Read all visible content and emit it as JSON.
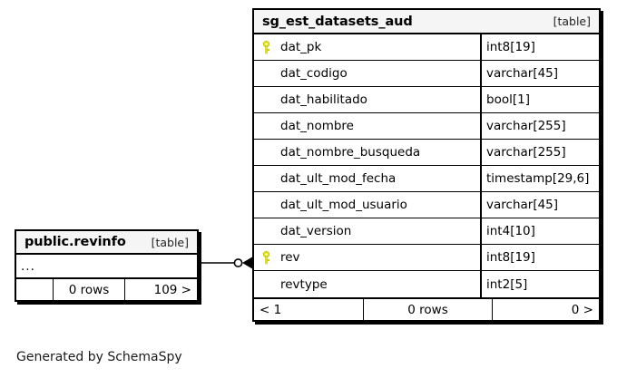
{
  "diagram": {
    "caption": "Generated by SchemaSpy",
    "kind_label": "[table]",
    "key_icon": "key-icon"
  },
  "main_table": {
    "name": "sg_est_datasets_aud",
    "kind": "[table]",
    "columns": [
      {
        "name": "dat_pk",
        "type": "int8[19]",
        "primary_key": true
      },
      {
        "name": "dat_codigo",
        "type": "varchar[45]",
        "primary_key": false
      },
      {
        "name": "dat_habilitado",
        "type": "bool[1]",
        "primary_key": false
      },
      {
        "name": "dat_nombre",
        "type": "varchar[255]",
        "primary_key": false
      },
      {
        "name": "dat_nombre_busqueda",
        "type": "varchar[255]",
        "primary_key": false
      },
      {
        "name": "dat_ult_mod_fecha",
        "type": "timestamp[29,6]",
        "primary_key": false
      },
      {
        "name": "dat_ult_mod_usuario",
        "type": "varchar[45]",
        "primary_key": false
      },
      {
        "name": "dat_version",
        "type": "int4[10]",
        "primary_key": false
      },
      {
        "name": "rev",
        "type": "int8[19]",
        "primary_key": true
      },
      {
        "name": "revtype",
        "type": "int2[5]",
        "primary_key": false
      }
    ],
    "footer": {
      "left": "< 1",
      "center": "0 rows",
      "right": "0 >"
    }
  },
  "ref_table": {
    "name": "public.revinfo",
    "kind": "[table]",
    "ellipsis": "...",
    "footer": {
      "left": "",
      "center": "0 rows",
      "right": "109 >"
    }
  },
  "colors": {
    "border": "#000000",
    "header_background": "#f5f5f5",
    "key_fill": "#e8e80c",
    "page_background": "#ffffff",
    "text": "#000000"
  }
}
